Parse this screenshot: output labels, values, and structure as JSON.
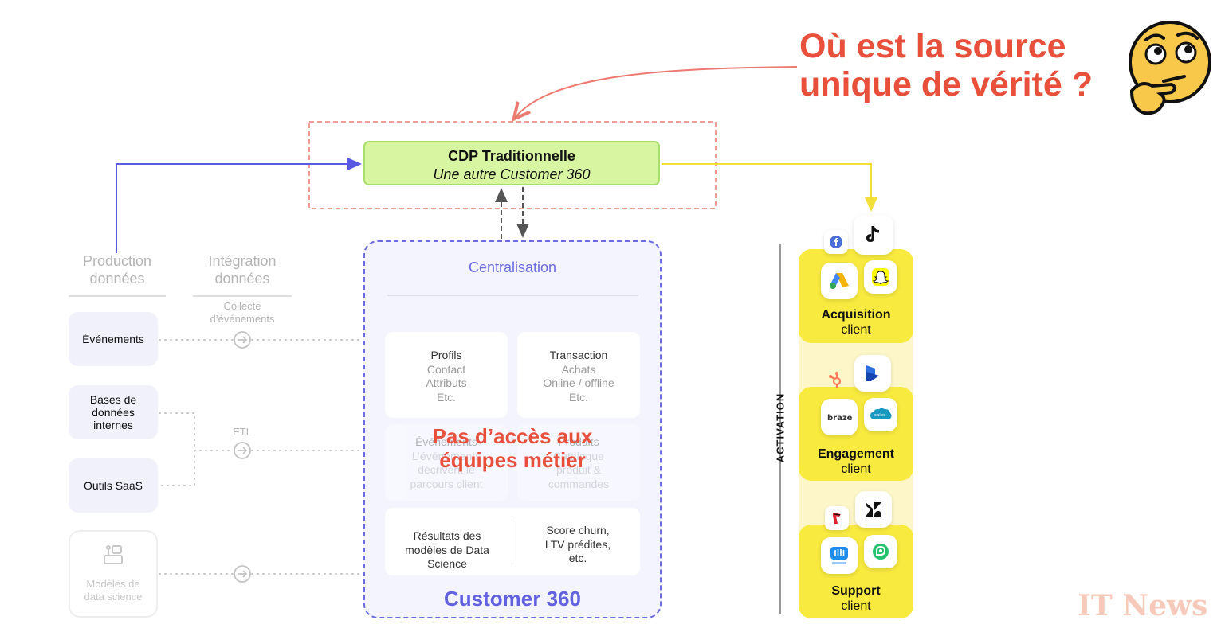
{
  "question": {
    "line1": "Où est la source",
    "line2": "unique de vérité ?"
  },
  "cdp": {
    "title": "CDP Traditionnelle",
    "subtitle": "Une autre Customer 360"
  },
  "columns": {
    "production": {
      "line1": "Production",
      "line2": "données"
    },
    "integration": {
      "line1": "Intégration",
      "line2": "données"
    },
    "collecte": {
      "line1": "Collecte",
      "line2": "d’événements"
    },
    "etl": "ETL"
  },
  "sources": {
    "evenements": "Événements",
    "bases": {
      "line1": "Bases de",
      "line2": "données",
      "line3": "internes"
    },
    "outils": "Outils SaaS",
    "modeles": {
      "line1": "Modèles de",
      "line2": "data science"
    }
  },
  "customer360": {
    "centralisation": "Centralisation",
    "profils": {
      "title": "Profils",
      "l1": "Contact",
      "l2": "Attributs",
      "l3": "Etc."
    },
    "transaction": {
      "title": "Transaction",
      "l1": "Achats",
      "l2": "Online / offline",
      "l3": "Etc."
    },
    "evenements_card": {
      "title": "Événements",
      "l1": "L’événements",
      "l2": "décrivent le",
      "l3": "parcours client"
    },
    "produits_card": {
      "title": "Produits",
      "l1": "Catalogue",
      "l2": "produit &",
      "l3": "commandes"
    },
    "resultats": {
      "l1": "Résultats des",
      "l2": "modèles de Data",
      "l3": "Science"
    },
    "scores": {
      "l1": "Score churn,",
      "l2": "LTV prédites,",
      "l3": "etc."
    },
    "overlay": {
      "line1": "Pas d’accès aux",
      "line2": "équipes métier"
    },
    "title": "Customer 360"
  },
  "activation": {
    "label": "ACTIVATION",
    "acquisition": {
      "line1": "Acquisition",
      "line2": "client"
    },
    "engagement": {
      "line1": "Engagement",
      "line2": "client"
    },
    "support": {
      "line1": "Support",
      "line2": "client"
    },
    "icons": [
      "facebook-icon",
      "tiktok-icon",
      "google-ads-icon",
      "snapchat-icon",
      "hubspot-icon",
      "dynamics-icon",
      "braze-icon",
      "salesforce-icon",
      "flywheel-icon",
      "zendesk-icon",
      "intercom-icon",
      "freshdesk-icon"
    ]
  },
  "watermark": "IT News",
  "colors": {
    "red": "#e8503c",
    "blue": "#6c6ce0",
    "green": "#d8f5a2",
    "yellow": "#f8ea3f"
  }
}
